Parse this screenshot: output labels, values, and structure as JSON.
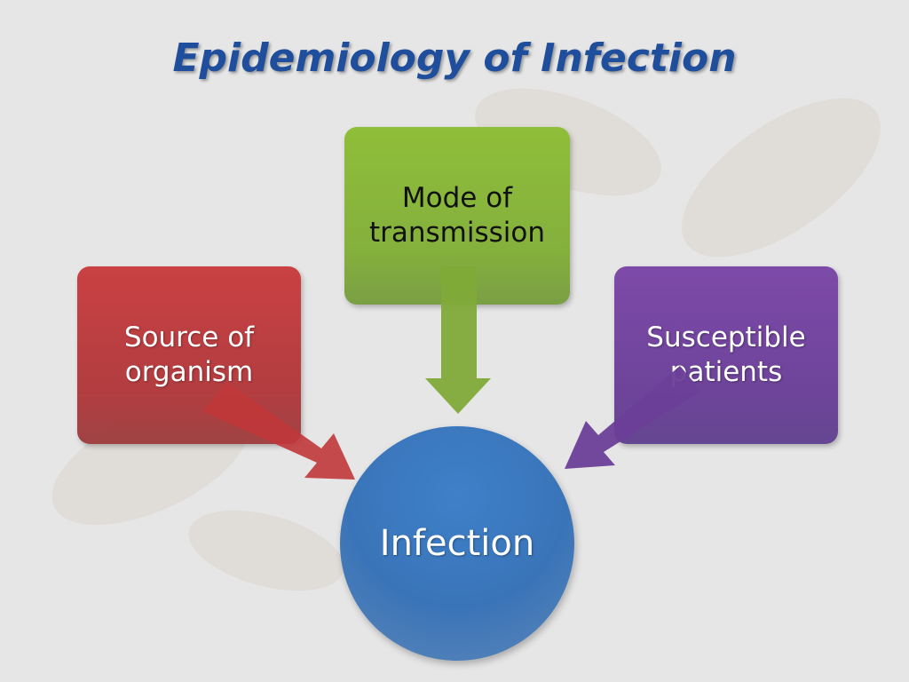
{
  "slide": {
    "title": "Epidemiology of Infection",
    "nodes": {
      "source": "Source of\norganism",
      "mode": "Mode of\ntransmission",
      "susceptible": "Susceptible\npatients",
      "infection": "Infection"
    },
    "colors": {
      "title": "#1f4e9c",
      "source": "#b03437",
      "mode": "#84b03c",
      "susceptible": "#6e449a",
      "infection": "#3a74b8"
    }
  }
}
